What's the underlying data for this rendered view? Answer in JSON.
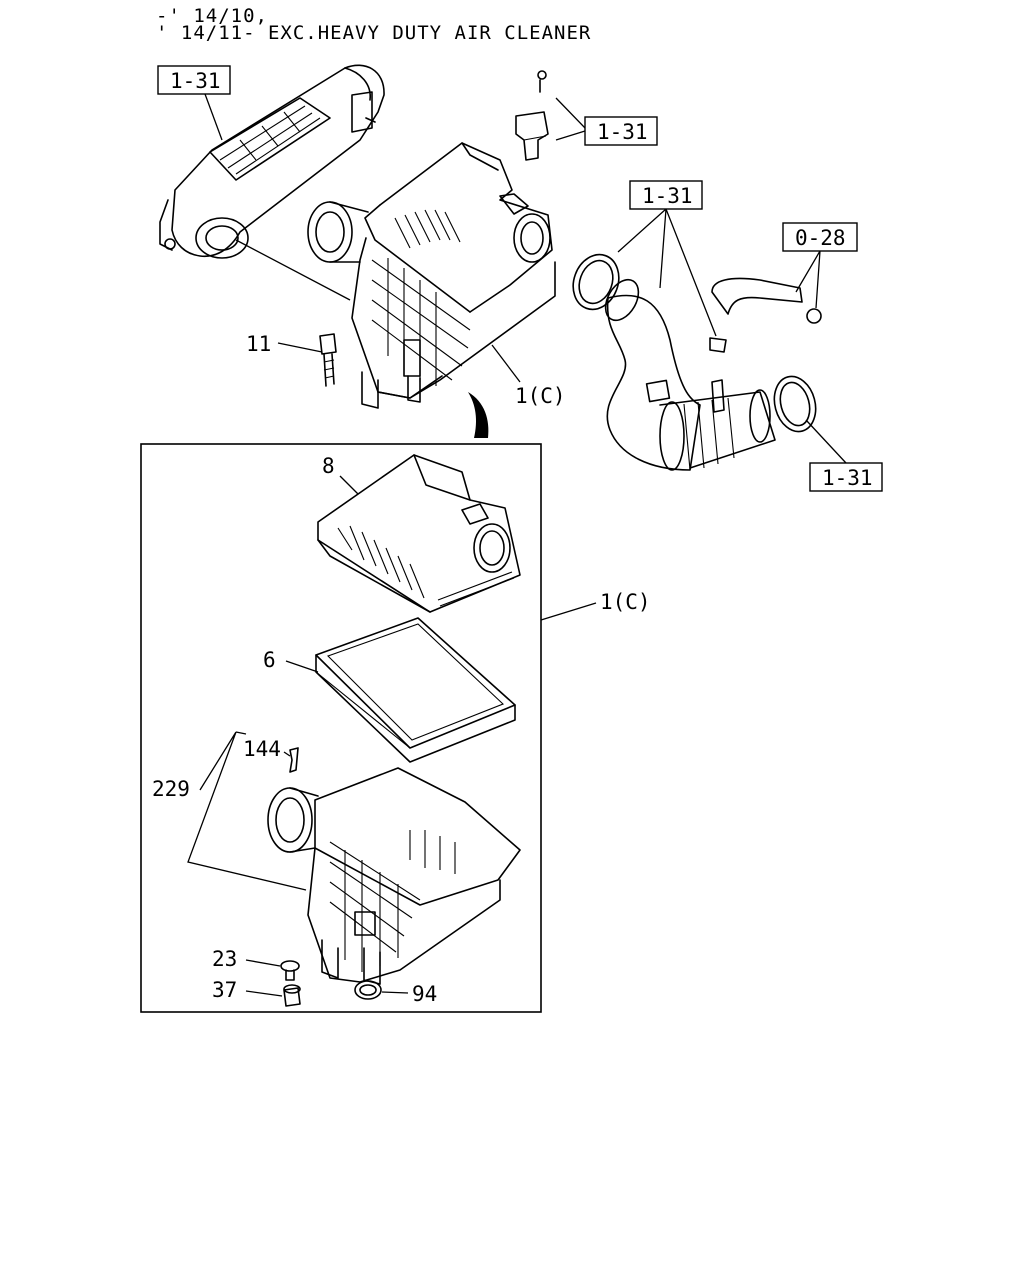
{
  "header": {
    "line1": "-' 14/10,",
    "line2": "' 14/11- EXC.HEAVY DUTY AIR CLEANER"
  },
  "refs": {
    "r131_a": "1-31",
    "r131_b": "1-31",
    "r131_c": "1-31",
    "r131_d": "1-31",
    "r028": "0-28"
  },
  "parts": {
    "p11": "11",
    "p1c_top": "1(C)",
    "p8": "8",
    "p1c_box": "1(C)",
    "p6": "6",
    "p144": "144",
    "p229": "229",
    "p23": "23",
    "p37": "37",
    "p94": "94"
  }
}
